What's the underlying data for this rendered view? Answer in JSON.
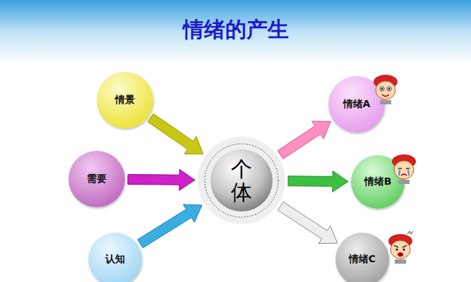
{
  "diagram": {
    "title": "情绪的产生",
    "nodes": [
      {
        "text": [
          "情景"
        ]
      },
      {
        "text": [
          "需要"
        ]
      },
      {
        "text": [
          "认知"
        ]
      },
      {
        "text": [
          "个体"
        ]
      },
      {
        "text": [
          "情绪A"
        ]
      },
      {
        "text": [
          "情绪B"
        ]
      },
      {
        "text": [
          "情绪C"
        ]
      }
    ],
    "edges": [
      {
        "from": 0,
        "to": 3,
        "arrow": "to"
      },
      {
        "from": 1,
        "to": 3,
        "arrow": "to"
      },
      {
        "from": 2,
        "to": 3,
        "arrow": "to"
      },
      {
        "from": 3,
        "to": 4,
        "arrow": "to"
      },
      {
        "from": 3,
        "to": 5,
        "arrow": "to"
      },
      {
        "from": 3,
        "to": 6,
        "arrow": "to"
      }
    ]
  }
}
